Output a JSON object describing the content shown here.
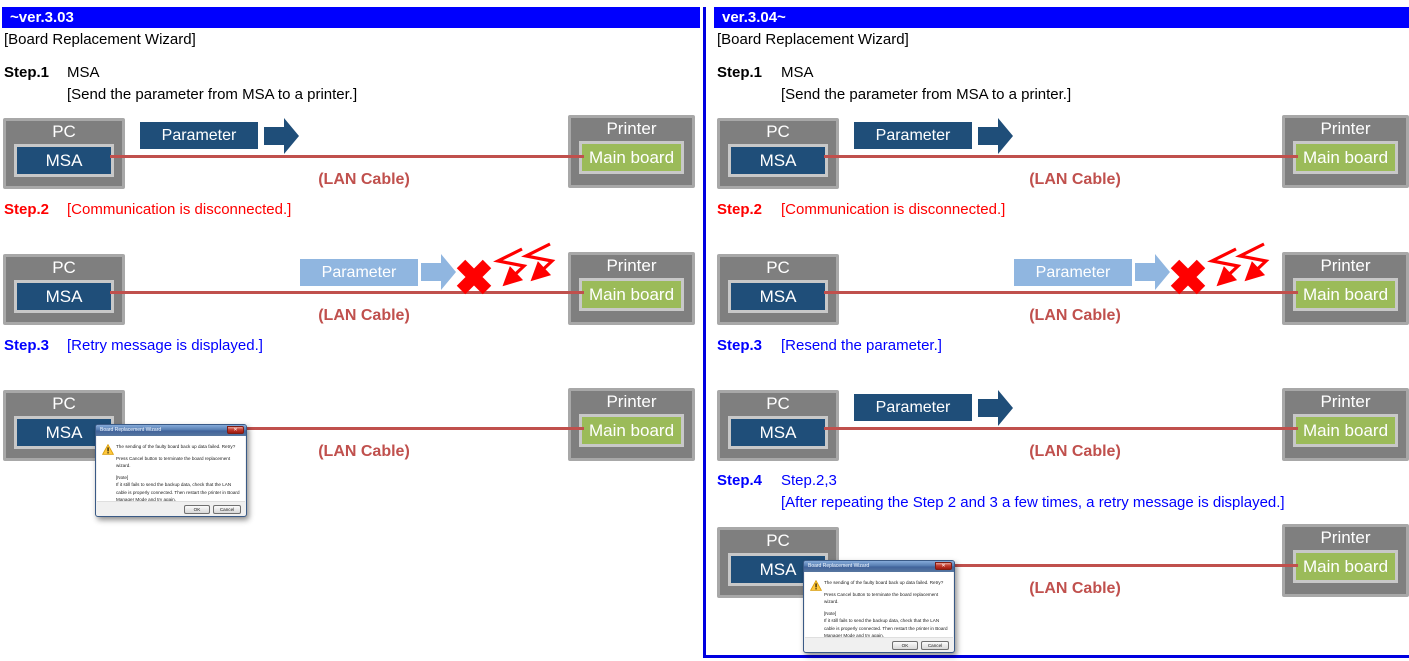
{
  "diagram_labels": {
    "pc": "PC",
    "msa": "MSA",
    "printer": "Printer",
    "main_board": "Main board",
    "parameter": "Parameter",
    "lan_cable": "(LAN Cable)"
  },
  "columns": [
    {
      "header": "~ver.3.03",
      "subtitle": "[Board Replacement Wizard]",
      "steps": [
        {
          "label": "Step.1",
          "text": "MSA",
          "text2": "[Send the parameter from MSA to a printer.]"
        },
        {
          "label": "Step.2",
          "text": "[Communication is disconnected.]"
        },
        {
          "label": "Step.3",
          "text": "[Retry message is displayed.]"
        }
      ]
    },
    {
      "header": "ver.3.04~",
      "subtitle": "[Board Replacement Wizard]",
      "steps": [
        {
          "label": "Step.1",
          "text": "MSA",
          "text2": "[Send the parameter from MSA to a printer.]"
        },
        {
          "label": "Step.2",
          "text": "[Communication is disconnected.]"
        },
        {
          "label": "Step.3",
          "text": "[Resend the parameter.]"
        },
        {
          "label": "Step.4",
          "text": "Step.2,3",
          "text2": "[After repeating the Step 2 and 3 a few times, a retry message is displayed.]"
        }
      ]
    }
  ],
  "dialog": {
    "title": "Board Replacement Wizard",
    "close_glyph": "✕",
    "message": "The sending of the faulty board back up data failed. Retry?",
    "instruction": "Press Cancel button to terminate the board replacement wizard.",
    "note_label": "[Note]",
    "note_text": "If it still fails to send the backup data, check that the LAN cable is properly connected. Then restart the printer in Board Manager Mode and try again.",
    "ok_label": "OK",
    "cancel_label": "Cancel"
  },
  "colors": {
    "header_bar": "#0000FE",
    "divider": "#0000E0",
    "step_red": "#FF0000",
    "step_blue": "#0000FF",
    "lan_cable": "#C0504D",
    "cable_line": "#C0504D",
    "dark_blue": "#1F4E79",
    "light_blue": "#90B6E0",
    "board_green": "#9BBB59",
    "device_gray": "#7F7F7F",
    "error_red": "#FF0000"
  }
}
